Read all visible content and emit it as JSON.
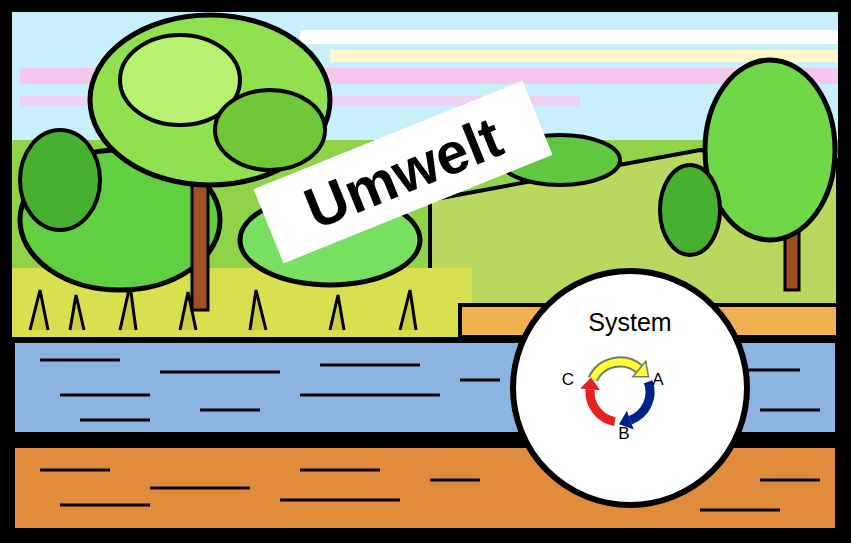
{
  "diagram": {
    "nodes": [
      {
        "text": [
          "Umwelt"
        ]
      },
      {
        "text": [
          "System"
        ]
      }
    ],
    "labels": [
      "A",
      "B",
      "C"
    ]
  }
}
